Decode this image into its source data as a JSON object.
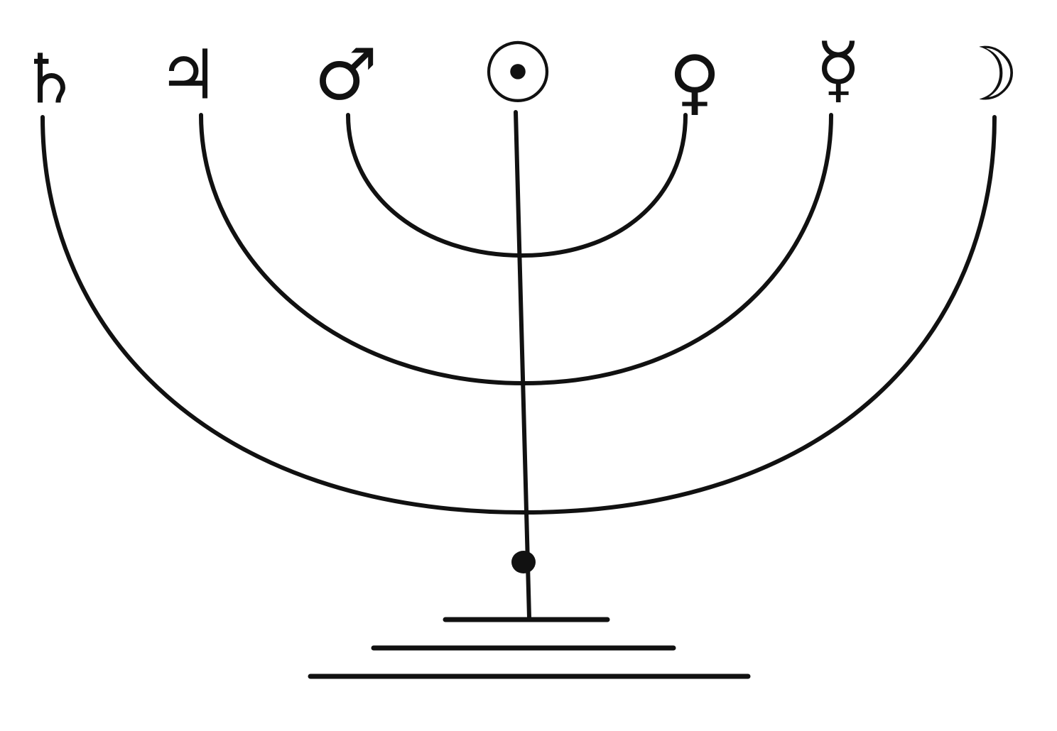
{
  "diagram": {
    "planets": [
      {
        "id": "saturn",
        "symbol": "♄",
        "icon": "saturn-icon"
      },
      {
        "id": "jupiter",
        "symbol": "♃",
        "icon": "jupiter-icon"
      },
      {
        "id": "mars",
        "symbol": "♂",
        "icon": "mars-icon"
      },
      {
        "id": "sun",
        "symbol": "☉",
        "icon": "sun-icon"
      },
      {
        "id": "venus",
        "symbol": "♀",
        "icon": "venus-icon"
      },
      {
        "id": "mercury",
        "symbol": "☿",
        "icon": "mercury-icon"
      },
      {
        "id": "moon",
        "symbol": "☽",
        "icon": "moon-icon"
      }
    ],
    "arms": [
      {
        "id": "outer-arm",
        "from": "saturn",
        "to": "moon"
      },
      {
        "id": "middle-arm",
        "from": "jupiter",
        "to": "mercury"
      },
      {
        "id": "inner-arm",
        "from": "mars",
        "to": "venus"
      }
    ],
    "central_stem": {
      "from": "sun"
    },
    "base_steps": 3,
    "ink_color": "#111111",
    "background_color": "#ffffff"
  }
}
